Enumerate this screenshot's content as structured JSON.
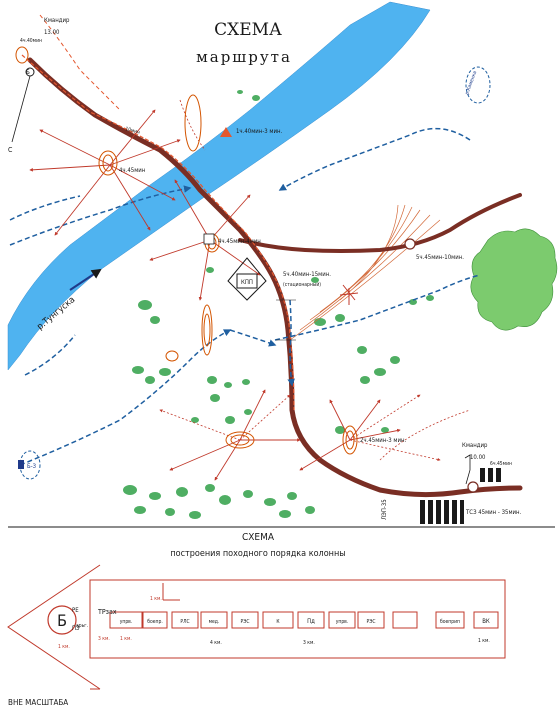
{
  "title": {
    "line1": "СХЕМА",
    "line2": "маршрута"
  },
  "river": {
    "label": "р.Тунгуска"
  },
  "map_labels": {
    "cp_top": "Кмандир",
    "cp_top_time": "13.00",
    "cp_top_small": "4ч.40мин",
    "point_b": "Б",
    "point_c": "С",
    "ten_min": "10мин",
    "pos1": "4ч.45мин",
    "pos2": "1ч.40мин-3 мин.",
    "pos3": "4ч.45мин-4мин",
    "kpp": "КПП",
    "pos4": "5ч.40мин-15мин.",
    "pos4b": "(стационарный)",
    "pos5": "5ч.45мин-10мин.",
    "pos6": "2ч.45мин-3 мин.",
    "pos7": "ТСЗ 45мин - 35мин.",
    "pos8": "6ч.45мин",
    "cp_right": "Кмандир",
    "cp_right_time": "10.00",
    "right_arrow_label": "р.Каменка",
    "left_marker": "Б-3",
    "rail_label": "ЛЭП-35"
  },
  "scheme": {
    "title_line1": "СХЕМА",
    "title_line2": "построения походного порядка колонны",
    "scale_note": "ВНЕ МАСШТАБА",
    "start_letter": "Б",
    "labels_top": [
      "РЕ",
      "ПЗ",
      "арьг.",
      "ТРзах"
    ],
    "blocks": [
      "упрв.",
      "боепр.",
      "РЛС",
      "мед.",
      "РЭС",
      "К",
      "Пд",
      "упрв.",
      "РЭС",
      "боеприп",
      "ВК"
    ],
    "notes": [
      "1 км.",
      "3 км.",
      "1 км.",
      "1 км.",
      "4 км.",
      "3 км.",
      "1 км."
    ]
  }
}
